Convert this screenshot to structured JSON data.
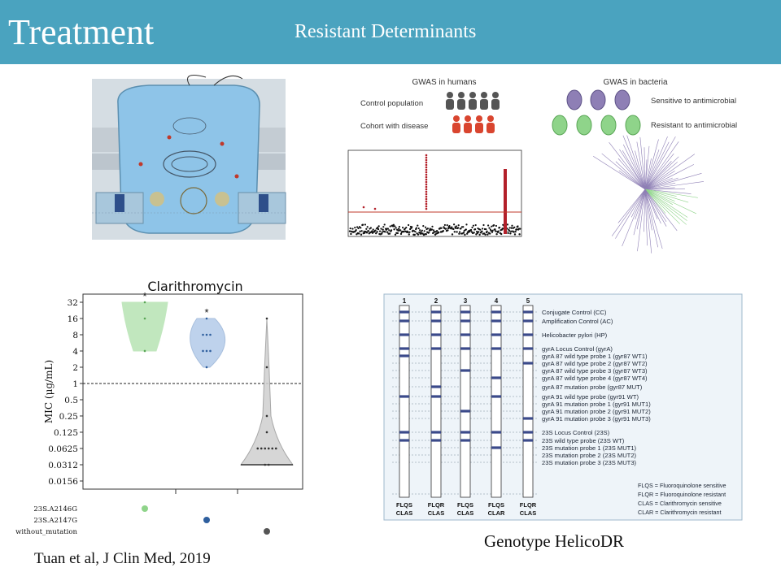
{
  "header": {
    "title": "Treatment",
    "subtitle": "Resistant Determinants"
  },
  "gwas": {
    "humans_title": "GWAS in humans",
    "bacteria_title": "GWAS in bacteria",
    "control_label": "Control population",
    "cohort_label": "Cohort with disease",
    "sensitive_label": "Sensitive to antimicrobial",
    "resistant_label": "Resistant to antimicrobial",
    "colors": {
      "control": "#555555",
      "cohort": "#d9452f",
      "sensitive": "#8e7fb5",
      "resistant": "#8fd48a",
      "manhattan_hit": "#b3202a"
    }
  },
  "citation": "Tuan et al, J Clin Med, 2019",
  "helicodr_caption": "Genotype HelicoDR",
  "chart_data": {
    "type": "violin",
    "title": "Clarithromycin",
    "ylabel": "MIC (μg/mL)",
    "yscale": "log2",
    "yticks": [
      "32",
      "16",
      "8",
      "4",
      "2",
      "1",
      "0.5",
      "0.25",
      "0.125",
      "0.0625",
      "0.0312",
      "0.0156"
    ],
    "reference_line": 1,
    "groups": [
      {
        "label": "23S.A2146G",
        "color": "#8fd48a",
        "range": [
          4,
          32
        ],
        "points": [
          4,
          16,
          32
        ],
        "annotation": "*"
      },
      {
        "label": "23S.A2147G",
        "color": "#2f5f9e",
        "range": [
          2,
          16
        ],
        "points": [
          2,
          4,
          4,
          4,
          8,
          8,
          8,
          16
        ],
        "annotation": "*"
      },
      {
        "label": "without_mutation",
        "color": "#555555",
        "range": [
          0.0312,
          16
        ],
        "points": [
          0.0312,
          0.0312,
          0.0625,
          0.0625,
          0.0625,
          0.0625,
          0.0625,
          0.0625,
          0.125,
          0.25,
          2,
          16
        ],
        "annotation": ""
      }
    ]
  },
  "strip": {
    "lanes": [
      "1",
      "2",
      "3",
      "4",
      "5"
    ],
    "probes": [
      "Conjugate Control (CC)",
      "Amplification Control (AC)",
      "Helicobacter pylori (HP)",
      "gyrA Locus Control (gyrA)",
      "gyrA 87 wild type probe 1 (gyr87 WT1)",
      "gyrA 87 wild type probe 2 (gyr87 WT2)",
      "gyrA 87 wild type probe 3 (gyr87 WT3)",
      "gyrA 87 wild type probe 4 (gyr87 WT4)",
      "gyrA 87 mutation probe (gyr87 MUT)",
      "gyrA 91 wild type probe (gyr91 WT)",
      "gyrA 91 mutation probe 1 (gyr91 MUT1)",
      "gyrA 91 mutation probe 2 (gyr91 MUT2)",
      "gyrA 91 mutation probe 3 (gyr91 MUT3)",
      "23S Locus Control (23S)",
      "23S wild type probe (23S WT)",
      "23S mutation probe 1 (23S MUT1)",
      "23S mutation probe 2 (23S MUT2)",
      "23S mutation probe 3 (23S MUT3)"
    ],
    "lane_labels": [
      {
        "flq": "FLQS",
        "cla": "CLAS"
      },
      {
        "flq": "FLQR",
        "cla": "CLAS"
      },
      {
        "flq": "FLQS",
        "cla": "CLAS"
      },
      {
        "flq": "FLQS",
        "cla": "CLAR"
      },
      {
        "flq": "FLQR",
        "cla": "CLAS"
      }
    ],
    "legend": [
      "FLQS = Fluoroquinolone sensitive",
      "FLQR = Fluoroquinolone resistant",
      "CLAS = Clarithromycin sensitive",
      "CLAR = Clarithromycin resistant"
    ],
    "colors": {
      "band": "#3b4a8a",
      "panel_bg": "#eef4f9",
      "panel_border": "#9fb8cc"
    }
  }
}
